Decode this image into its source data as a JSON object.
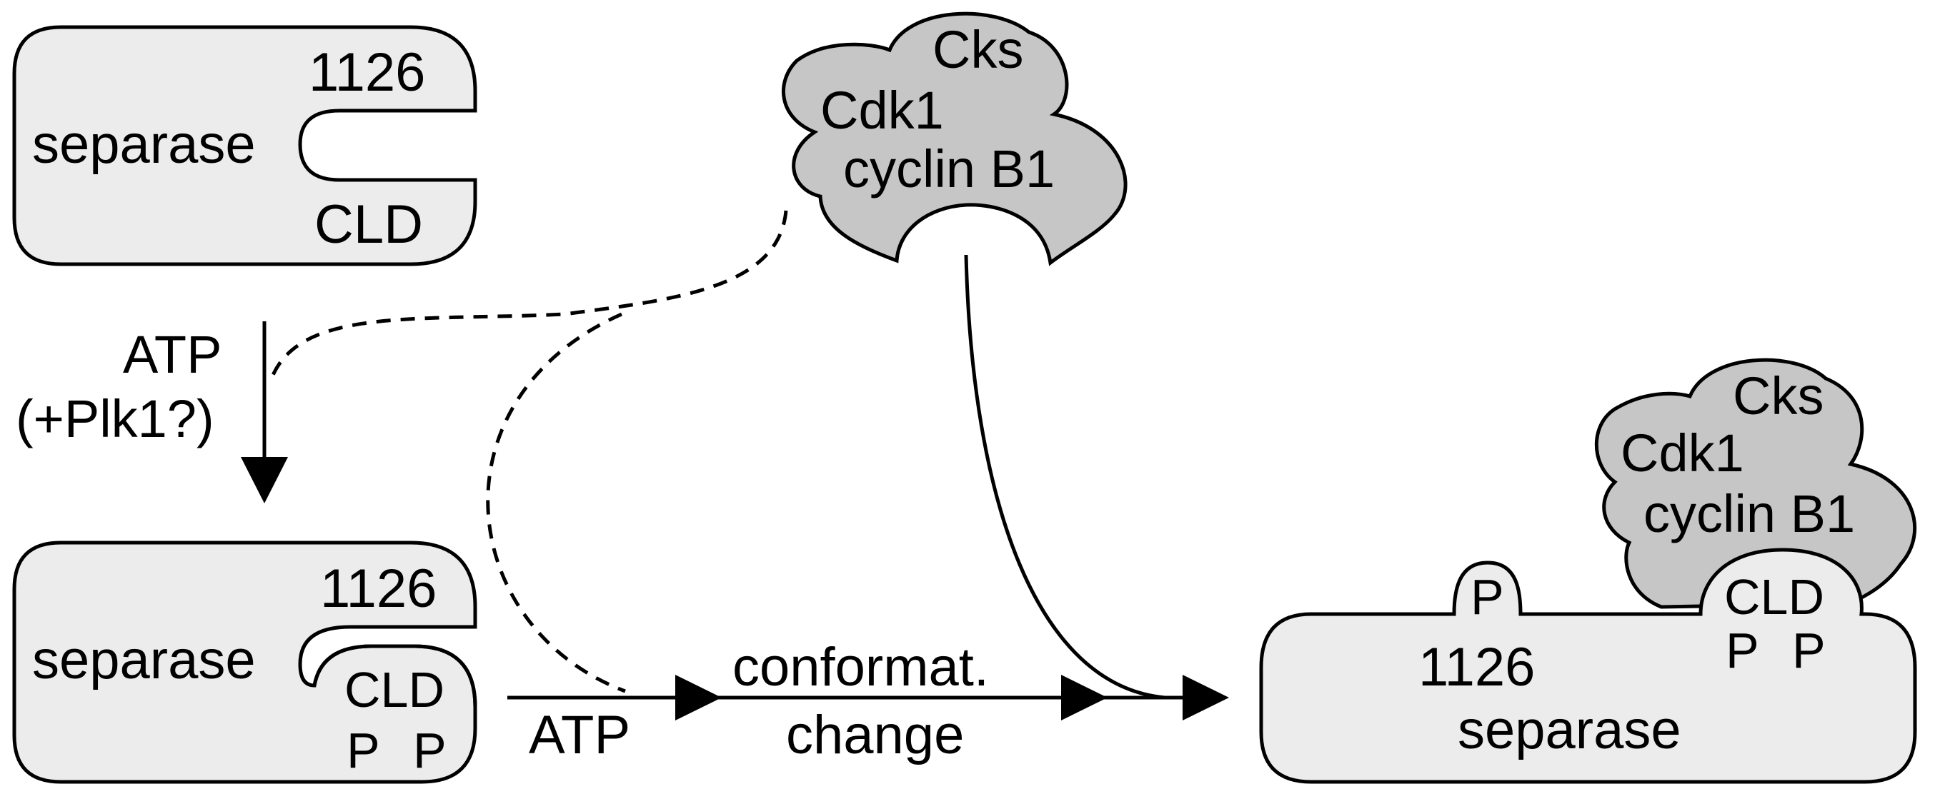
{
  "diagram": {
    "top_separase": {
      "name": "separase",
      "site": "1126",
      "domain": "CLD"
    },
    "cdk_complex_top": {
      "cks": "Cks",
      "cdk": "Cdk1",
      "cyclin": "cyclin B1"
    },
    "step1_arrow": {
      "line1": "ATP",
      "line2": "(+Plk1?)"
    },
    "bottom_separase": {
      "name": "separase",
      "site": "1126",
      "domain": "CLD",
      "phospho1": "P",
      "phospho2": "P"
    },
    "step2_arrow": {
      "atp": "ATP",
      "conf1": "conformat.",
      "conf2": "change"
    },
    "final_complex": {
      "cks": "Cks",
      "cdk": "Cdk1",
      "cyclin": "cyclin B1",
      "domain": "CLD",
      "phospho1": "P",
      "phospho2": "P",
      "bump_phospho": "P",
      "site": "1126",
      "name": "separase"
    }
  }
}
